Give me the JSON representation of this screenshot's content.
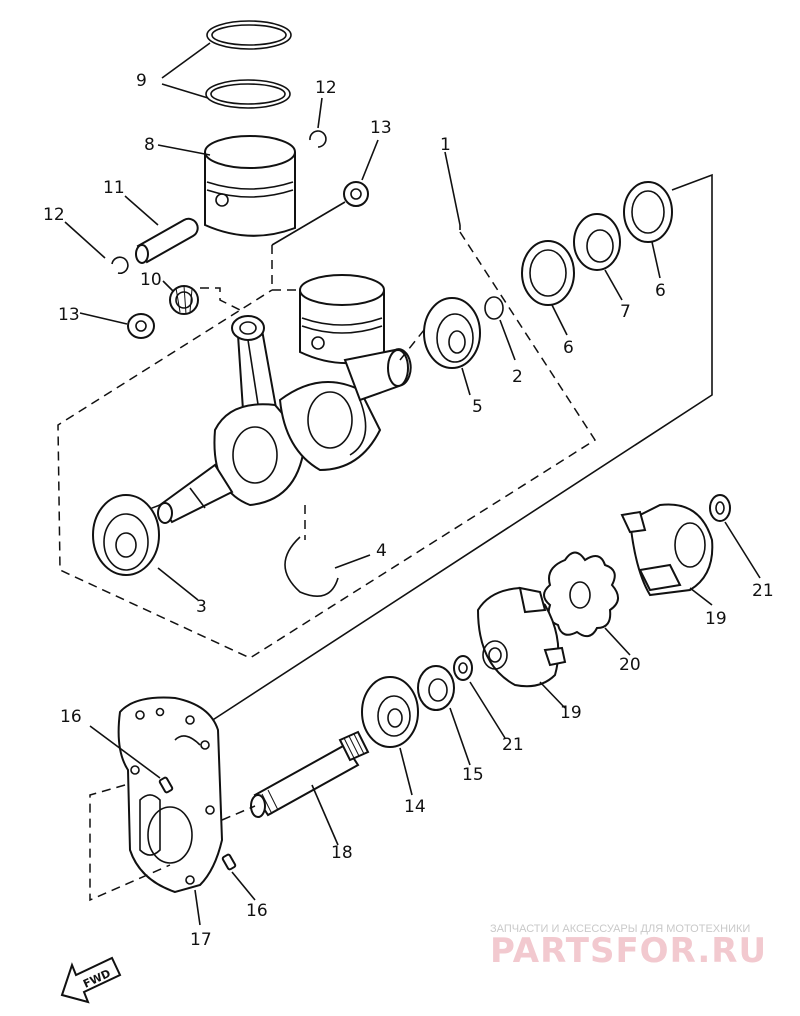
{
  "callouts": {
    "n1": "1",
    "n2": "2",
    "n3": "3",
    "n4": "4",
    "n5": "5",
    "n6a": "6",
    "n6b": "6",
    "n7": "7",
    "n8": "8",
    "n9": "9",
    "n10": "10",
    "n11": "11",
    "n12a": "12",
    "n12b": "12",
    "n13a": "13",
    "n13b": "13",
    "n14": "14",
    "n15": "15",
    "n16a": "16",
    "n16b": "16",
    "n17": "17",
    "n18": "18",
    "n19a": "19",
    "n19b": "19",
    "n20": "20",
    "n21a": "21",
    "n21b": "21"
  },
  "direction_label": "FWD",
  "watermark": {
    "caption": "ЗАПЧАСТИ И АКСЕССУАРЫ ДЛЯ МОТОТЕХНИКИ",
    "logo": "PARTSFOR.RU"
  }
}
